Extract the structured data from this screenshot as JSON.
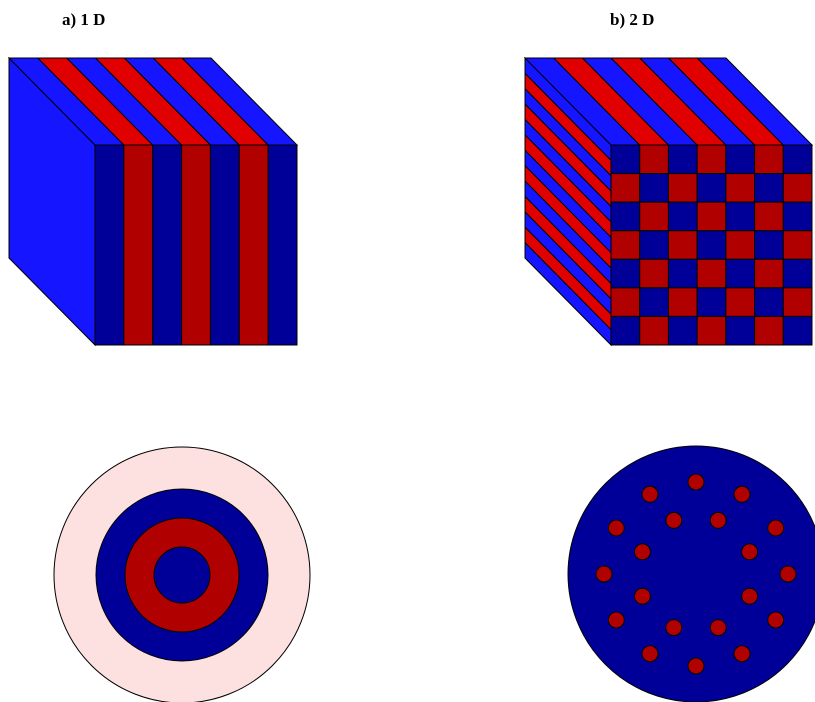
{
  "labels": {
    "panel_a": "a) 1 D",
    "panel_b": "b) 2 D"
  },
  "colors": {
    "dark_blue": "#000099",
    "bright_blue": "#1515ff",
    "red": "#b00000",
    "light_red": "#e00000",
    "pale_pink": "#fde0e0",
    "outline": "#000000"
  },
  "panel_a": {
    "cube_front_stripes": [
      "dark_blue",
      "red",
      "dark_blue",
      "red",
      "dark_blue",
      "red",
      "dark_blue"
    ],
    "cube_top_stripes": [
      "bright_blue",
      "light_red",
      "bright_blue",
      "light_red",
      "bright_blue",
      "light_red",
      "bright_blue"
    ],
    "cube_side_color": "bright_blue",
    "rings_outer_to_inner": [
      "pale_pink",
      "dark_blue",
      "red",
      "dark_blue"
    ]
  },
  "panel_b": {
    "checker_rows": 7,
    "checker_cols": 7,
    "checker_colors": [
      "dark_blue",
      "red"
    ],
    "side_stripes": 13,
    "disc_color": "dark_blue",
    "hole_color": "red",
    "hole_rings": [
      {
        "count": 8,
        "phase_deg": 22.5
      },
      {
        "count": 12,
        "phase_deg": 0
      }
    ]
  }
}
